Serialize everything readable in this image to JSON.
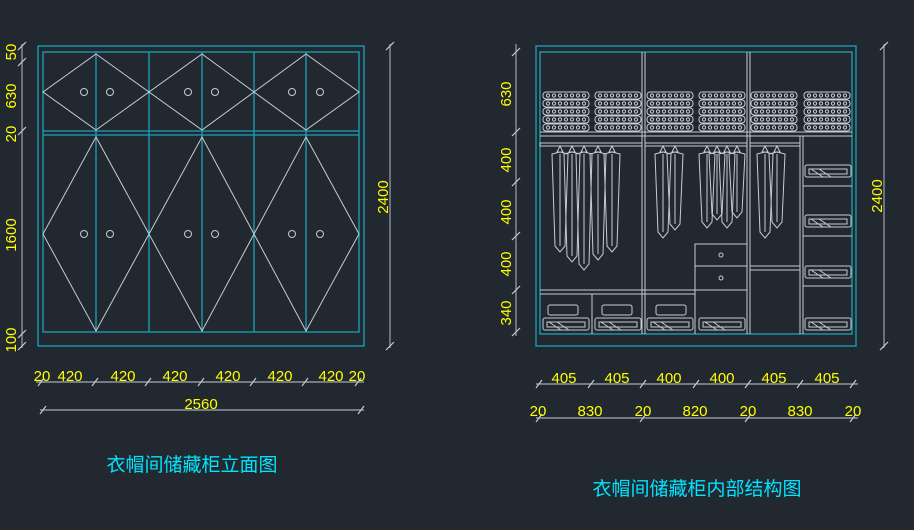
{
  "colors": {
    "background": "#212830",
    "cabinet_line": "#1aa3b8",
    "dimension_text": "#ffff00",
    "title_text": "#00e5ff",
    "drawing_line": "#c8ccd2"
  },
  "left_drawing": {
    "title": "衣帽间储藏柜立面图",
    "height_dims": [
      "50",
      "630",
      "20",
      "1600",
      "100"
    ],
    "total_height": "2400",
    "width_dims": [
      "20",
      "420",
      "420",
      "420",
      "420",
      "420",
      "420",
      "20"
    ],
    "total_width": "2560"
  },
  "right_drawing": {
    "title": "衣帽间储藏柜内部结构图",
    "height_dims": [
      "630",
      "400",
      "400",
      "400",
      "340"
    ],
    "total_height": "2400",
    "width_dims_top": [
      "405",
      "405",
      "400",
      "400",
      "405",
      "405"
    ],
    "width_dims_bottom": [
      "20",
      "830",
      "20",
      "820",
      "20",
      "830",
      "20"
    ]
  }
}
